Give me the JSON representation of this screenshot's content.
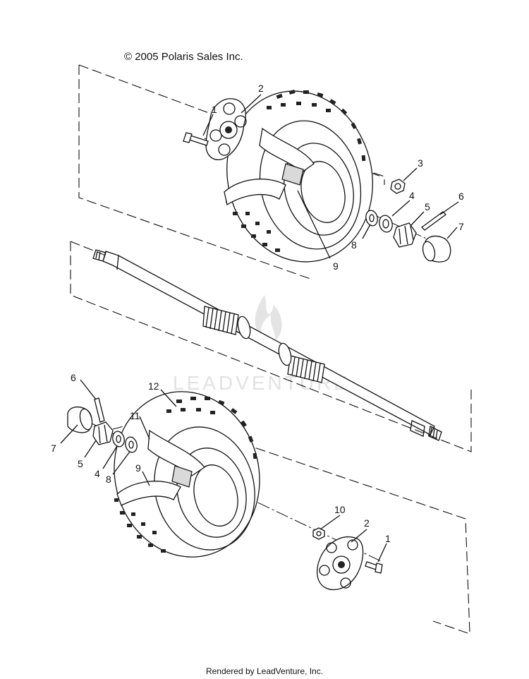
{
  "copyright": "© 2005 Polaris Sales Inc.",
  "footer": "Rendered by LeadVenture, Inc.",
  "watermark": "LEADVENTURE",
  "callouts_upper": [
    "1",
    "2",
    "3",
    "4",
    "5",
    "6",
    "7",
    "8",
    "9"
  ],
  "callouts_lower": [
    "6",
    "12",
    "11",
    "7",
    "5",
    "4",
    "8",
    "9",
    "10",
    "2",
    "1"
  ]
}
